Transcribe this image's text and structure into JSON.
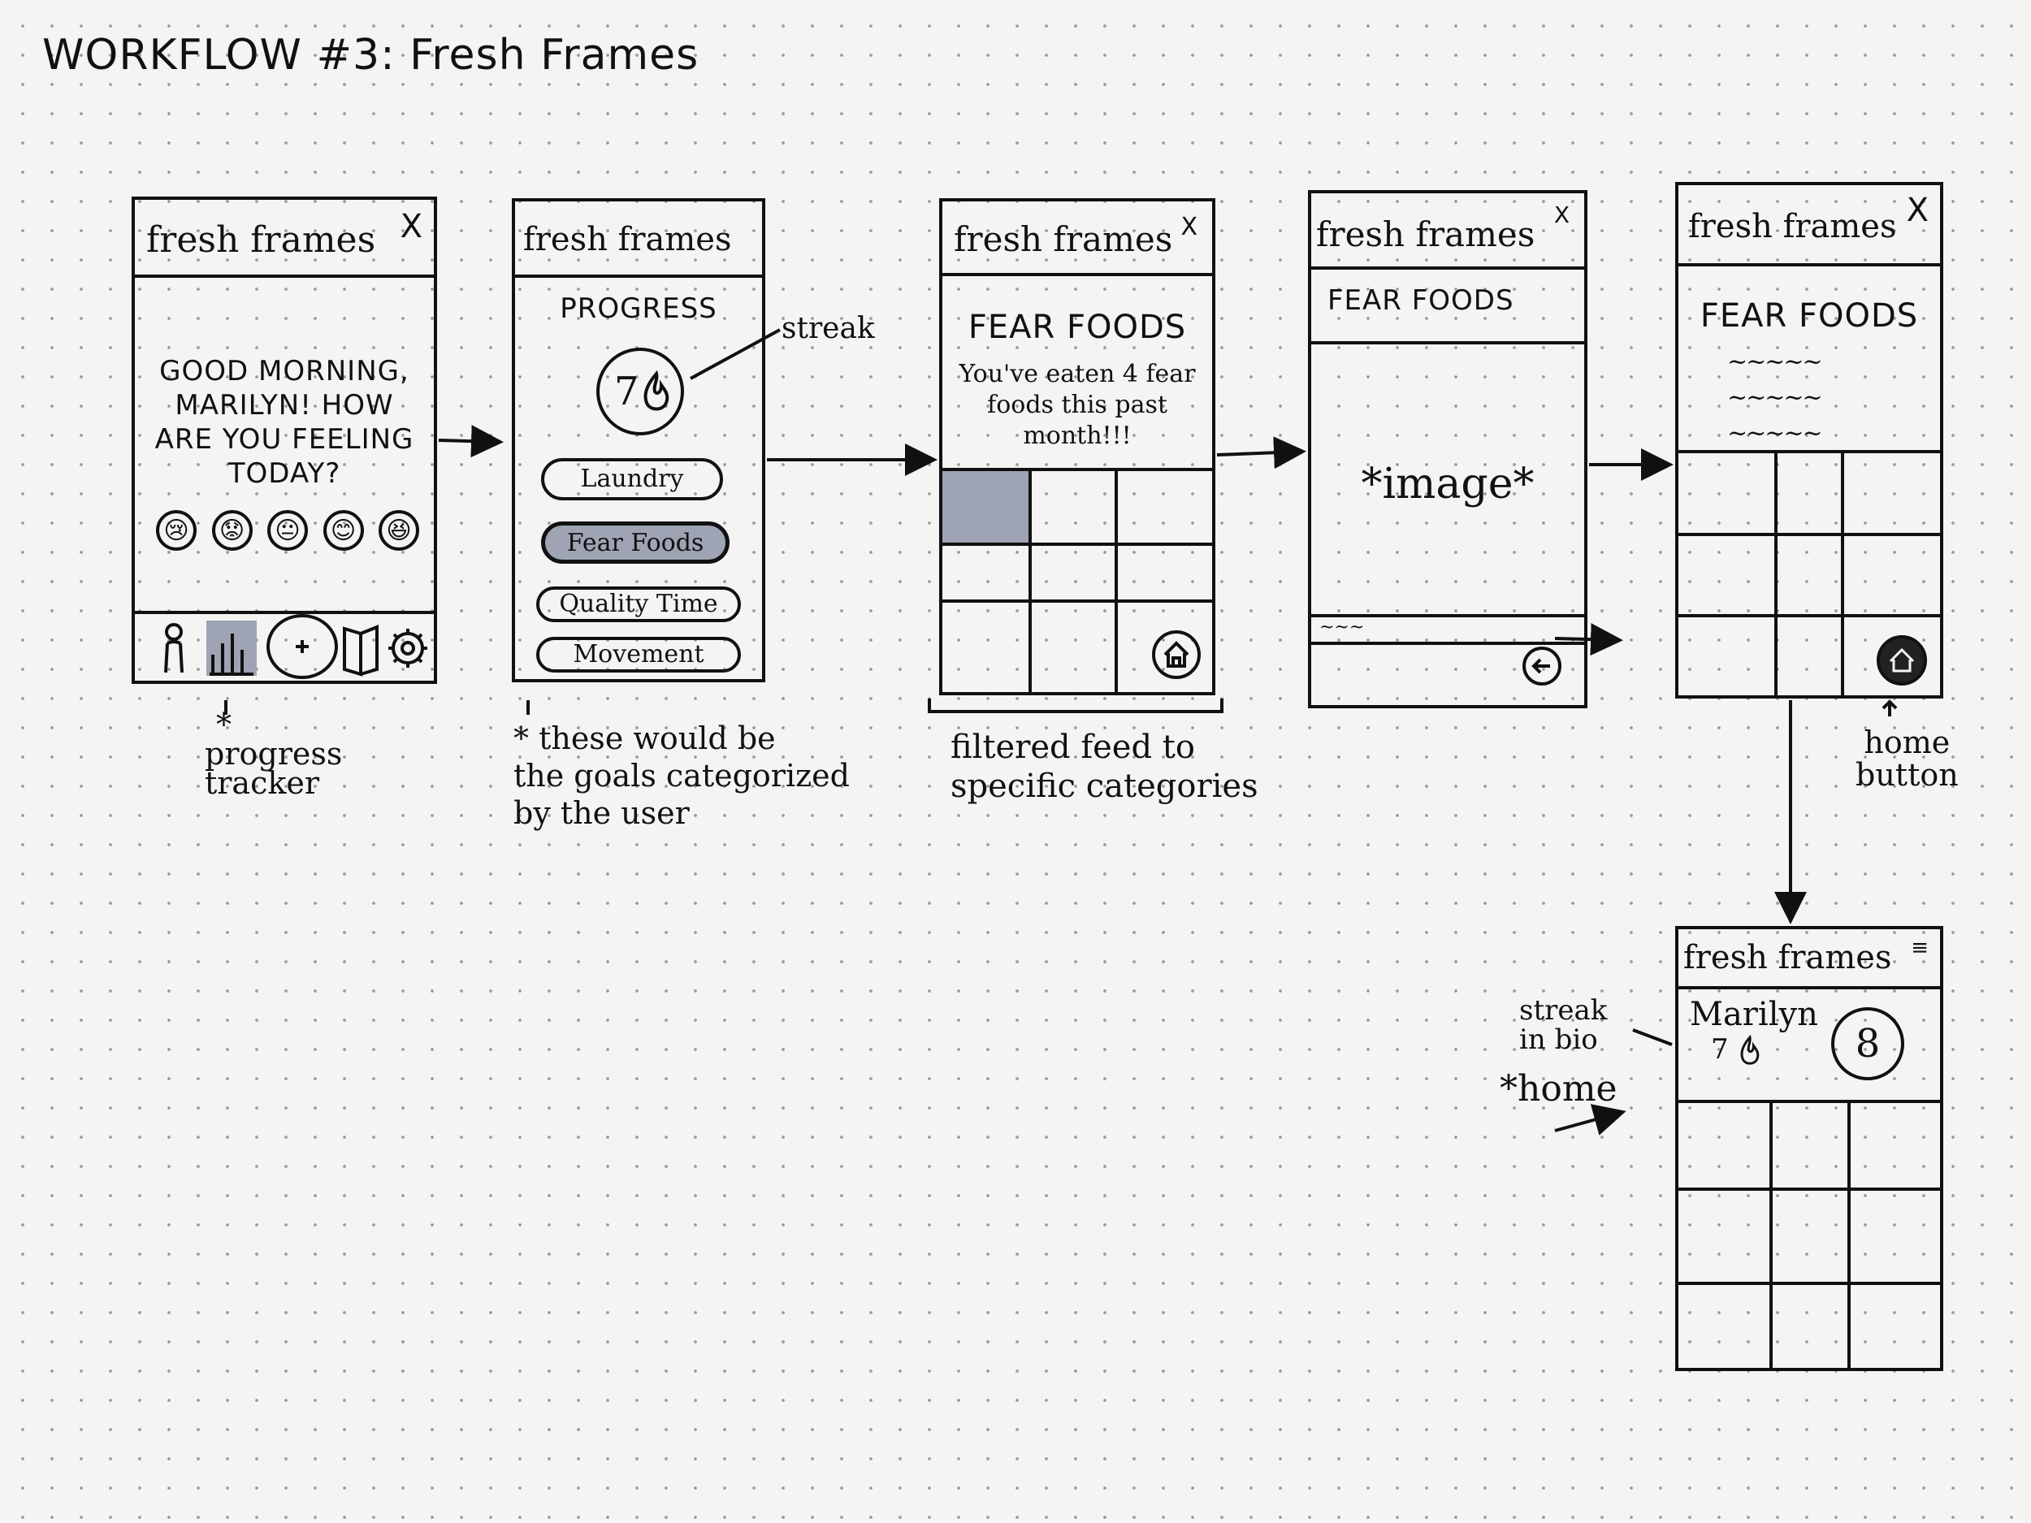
{
  "page": {
    "title": "WORKFLOW #3: Fresh Frames"
  },
  "brand": "fresh frames",
  "close_glyph": "X",
  "screen1": {
    "greeting": [
      "GOOD MORNING,",
      "MARILYN! HOW",
      "ARE YOU FEELING",
      "TODAY?"
    ],
    "moods": [
      "😢",
      "😟",
      "😐",
      "😊",
      "😆"
    ],
    "nav_icons": [
      "profile-icon",
      "progress-chart-icon",
      "add-icon",
      "book-icon",
      "settings-icon"
    ],
    "add_label": "+"
  },
  "screen2": {
    "heading": "PROGRESS",
    "streak_value": "7",
    "goals": [
      "Laundry",
      "Fear Foods",
      "Quality Time",
      "Movement"
    ],
    "selected_goal": "Fear Foods"
  },
  "screen3": {
    "heading": "FEAR FOODS",
    "message": [
      "You've eaten 4 fear",
      "foods this past",
      "month!!!"
    ]
  },
  "screen4": {
    "heading": "FEAR FOODS",
    "image_placeholder": "*image*",
    "caption_squiggle": "~~~"
  },
  "screen5": {
    "heading": "FEAR FOODS",
    "squiggles": [
      "~~~~~",
      "~~~~~",
      "~~~~~"
    ]
  },
  "screen6": {
    "username": "Marilyn",
    "streak": "7",
    "avatar_initial": "8"
  },
  "annotations": {
    "streak": "streak",
    "progress_tracker": [
      "progress",
      "tracker"
    ],
    "goals_note": [
      "* these would be",
      "the goals categorized",
      "by the user"
    ],
    "filtered_feed": [
      "filtered feed to",
      "specific categories"
    ],
    "home_button": [
      "home",
      "button"
    ],
    "streak_in_bio": [
      "streak",
      "in bio"
    ],
    "home_marker": "*home"
  },
  "colors": {
    "ink": "#111111",
    "paper": "#f4f4f2",
    "shade": "#9ea4b4"
  }
}
